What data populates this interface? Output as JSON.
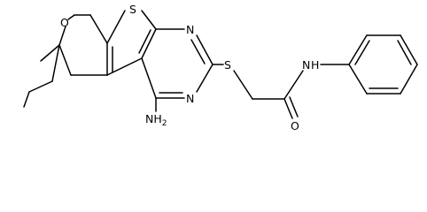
{
  "structure": {
    "atoms": {
      "sulfur_thiophene": "S",
      "oxygen_ring": "O",
      "nitrogen_top": "N",
      "nitrogen_bottom": "N",
      "sulfur_thioether": "S",
      "amide_nitrogen": "N",
      "amide_hydrogen": "H",
      "amide_oxygen": "O",
      "amino_group": "NH",
      "amino_subscript": "2"
    },
    "colors": {
      "bond": "#000000",
      "background": "#ffffff"
    }
  }
}
